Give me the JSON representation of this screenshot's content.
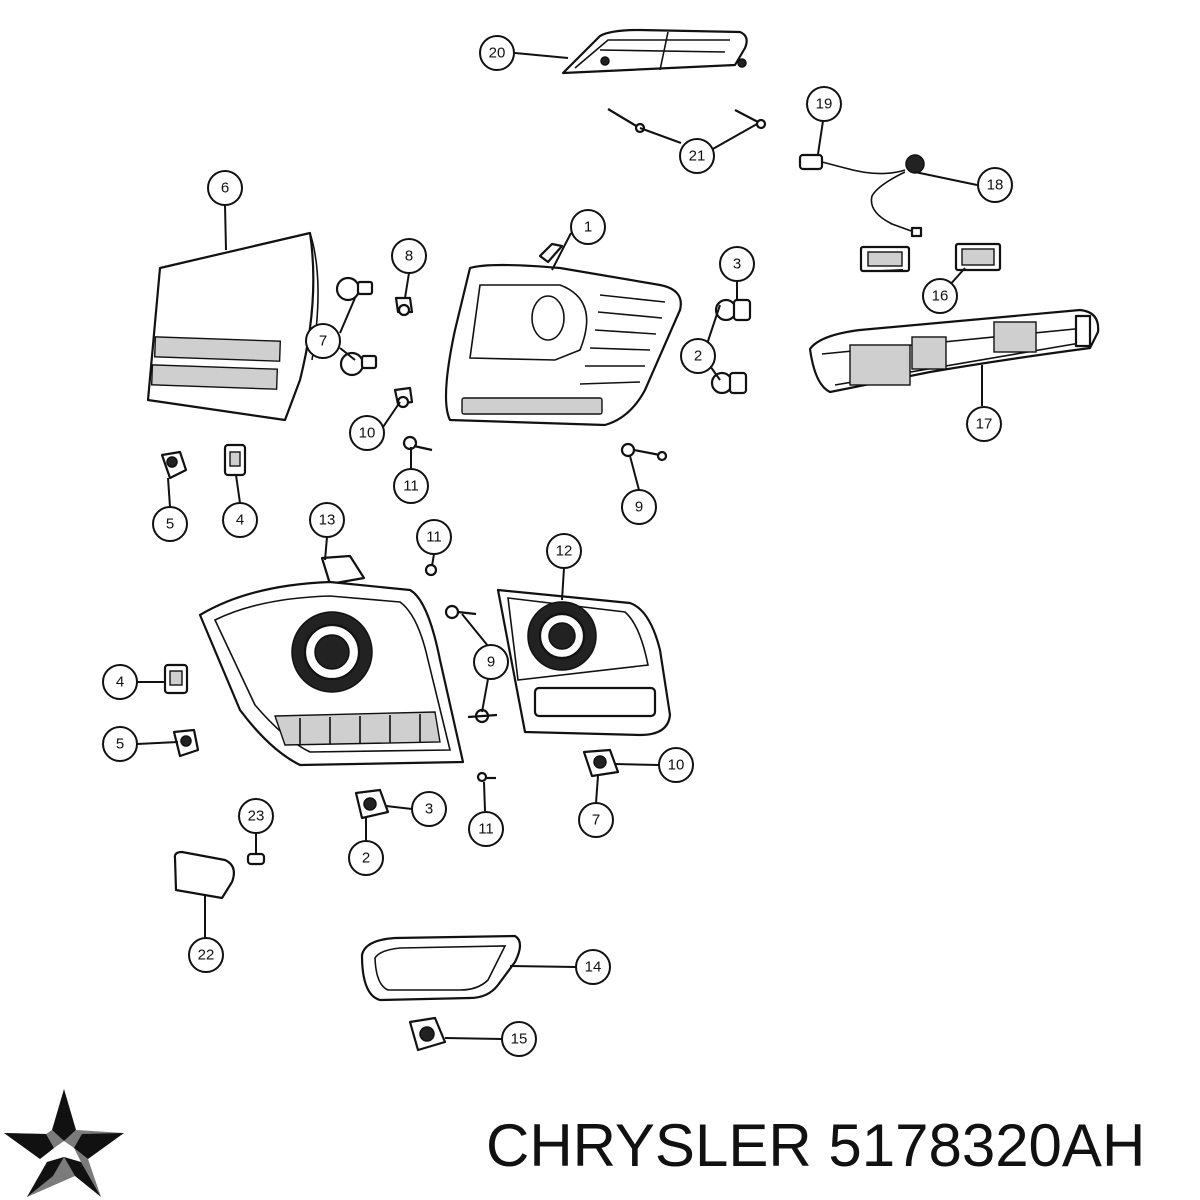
{
  "caption": {
    "brand": "CHRYSLER",
    "part_number": "5178320AH"
  },
  "logo": {
    "icon": "pentastar-icon",
    "color": "#111111"
  },
  "callouts": [
    {
      "id": "c20",
      "label": "20"
    },
    {
      "id": "c21",
      "label": "21"
    },
    {
      "id": "c19",
      "label": "19"
    },
    {
      "id": "c18",
      "label": "18"
    },
    {
      "id": "c6",
      "label": "6"
    },
    {
      "id": "c8",
      "label": "8"
    },
    {
      "id": "c1",
      "label": "1"
    },
    {
      "id": "c3a",
      "label": "3"
    },
    {
      "id": "c7a",
      "label": "7"
    },
    {
      "id": "c2a",
      "label": "2"
    },
    {
      "id": "c16",
      "label": "16"
    },
    {
      "id": "c17",
      "label": "17"
    },
    {
      "id": "c10a",
      "label": "10"
    },
    {
      "id": "c11a",
      "label": "11"
    },
    {
      "id": "c9a",
      "label": "9"
    },
    {
      "id": "c5a",
      "label": "5"
    },
    {
      "id": "c4a",
      "label": "4"
    },
    {
      "id": "c13",
      "label": "13"
    },
    {
      "id": "c11b",
      "label": "11"
    },
    {
      "id": "c12",
      "label": "12"
    },
    {
      "id": "c4b",
      "label": "4"
    },
    {
      "id": "c9b",
      "label": "9"
    },
    {
      "id": "c5b",
      "label": "5"
    },
    {
      "id": "c10b",
      "label": "10"
    },
    {
      "id": "c23",
      "label": "23"
    },
    {
      "id": "c3b",
      "label": "3"
    },
    {
      "id": "c11c",
      "label": "11"
    },
    {
      "id": "c7b",
      "label": "7"
    },
    {
      "id": "c2b",
      "label": "2"
    },
    {
      "id": "c22",
      "label": "22"
    },
    {
      "id": "c14",
      "label": "14"
    },
    {
      "id": "c15",
      "label": "15"
    }
  ]
}
